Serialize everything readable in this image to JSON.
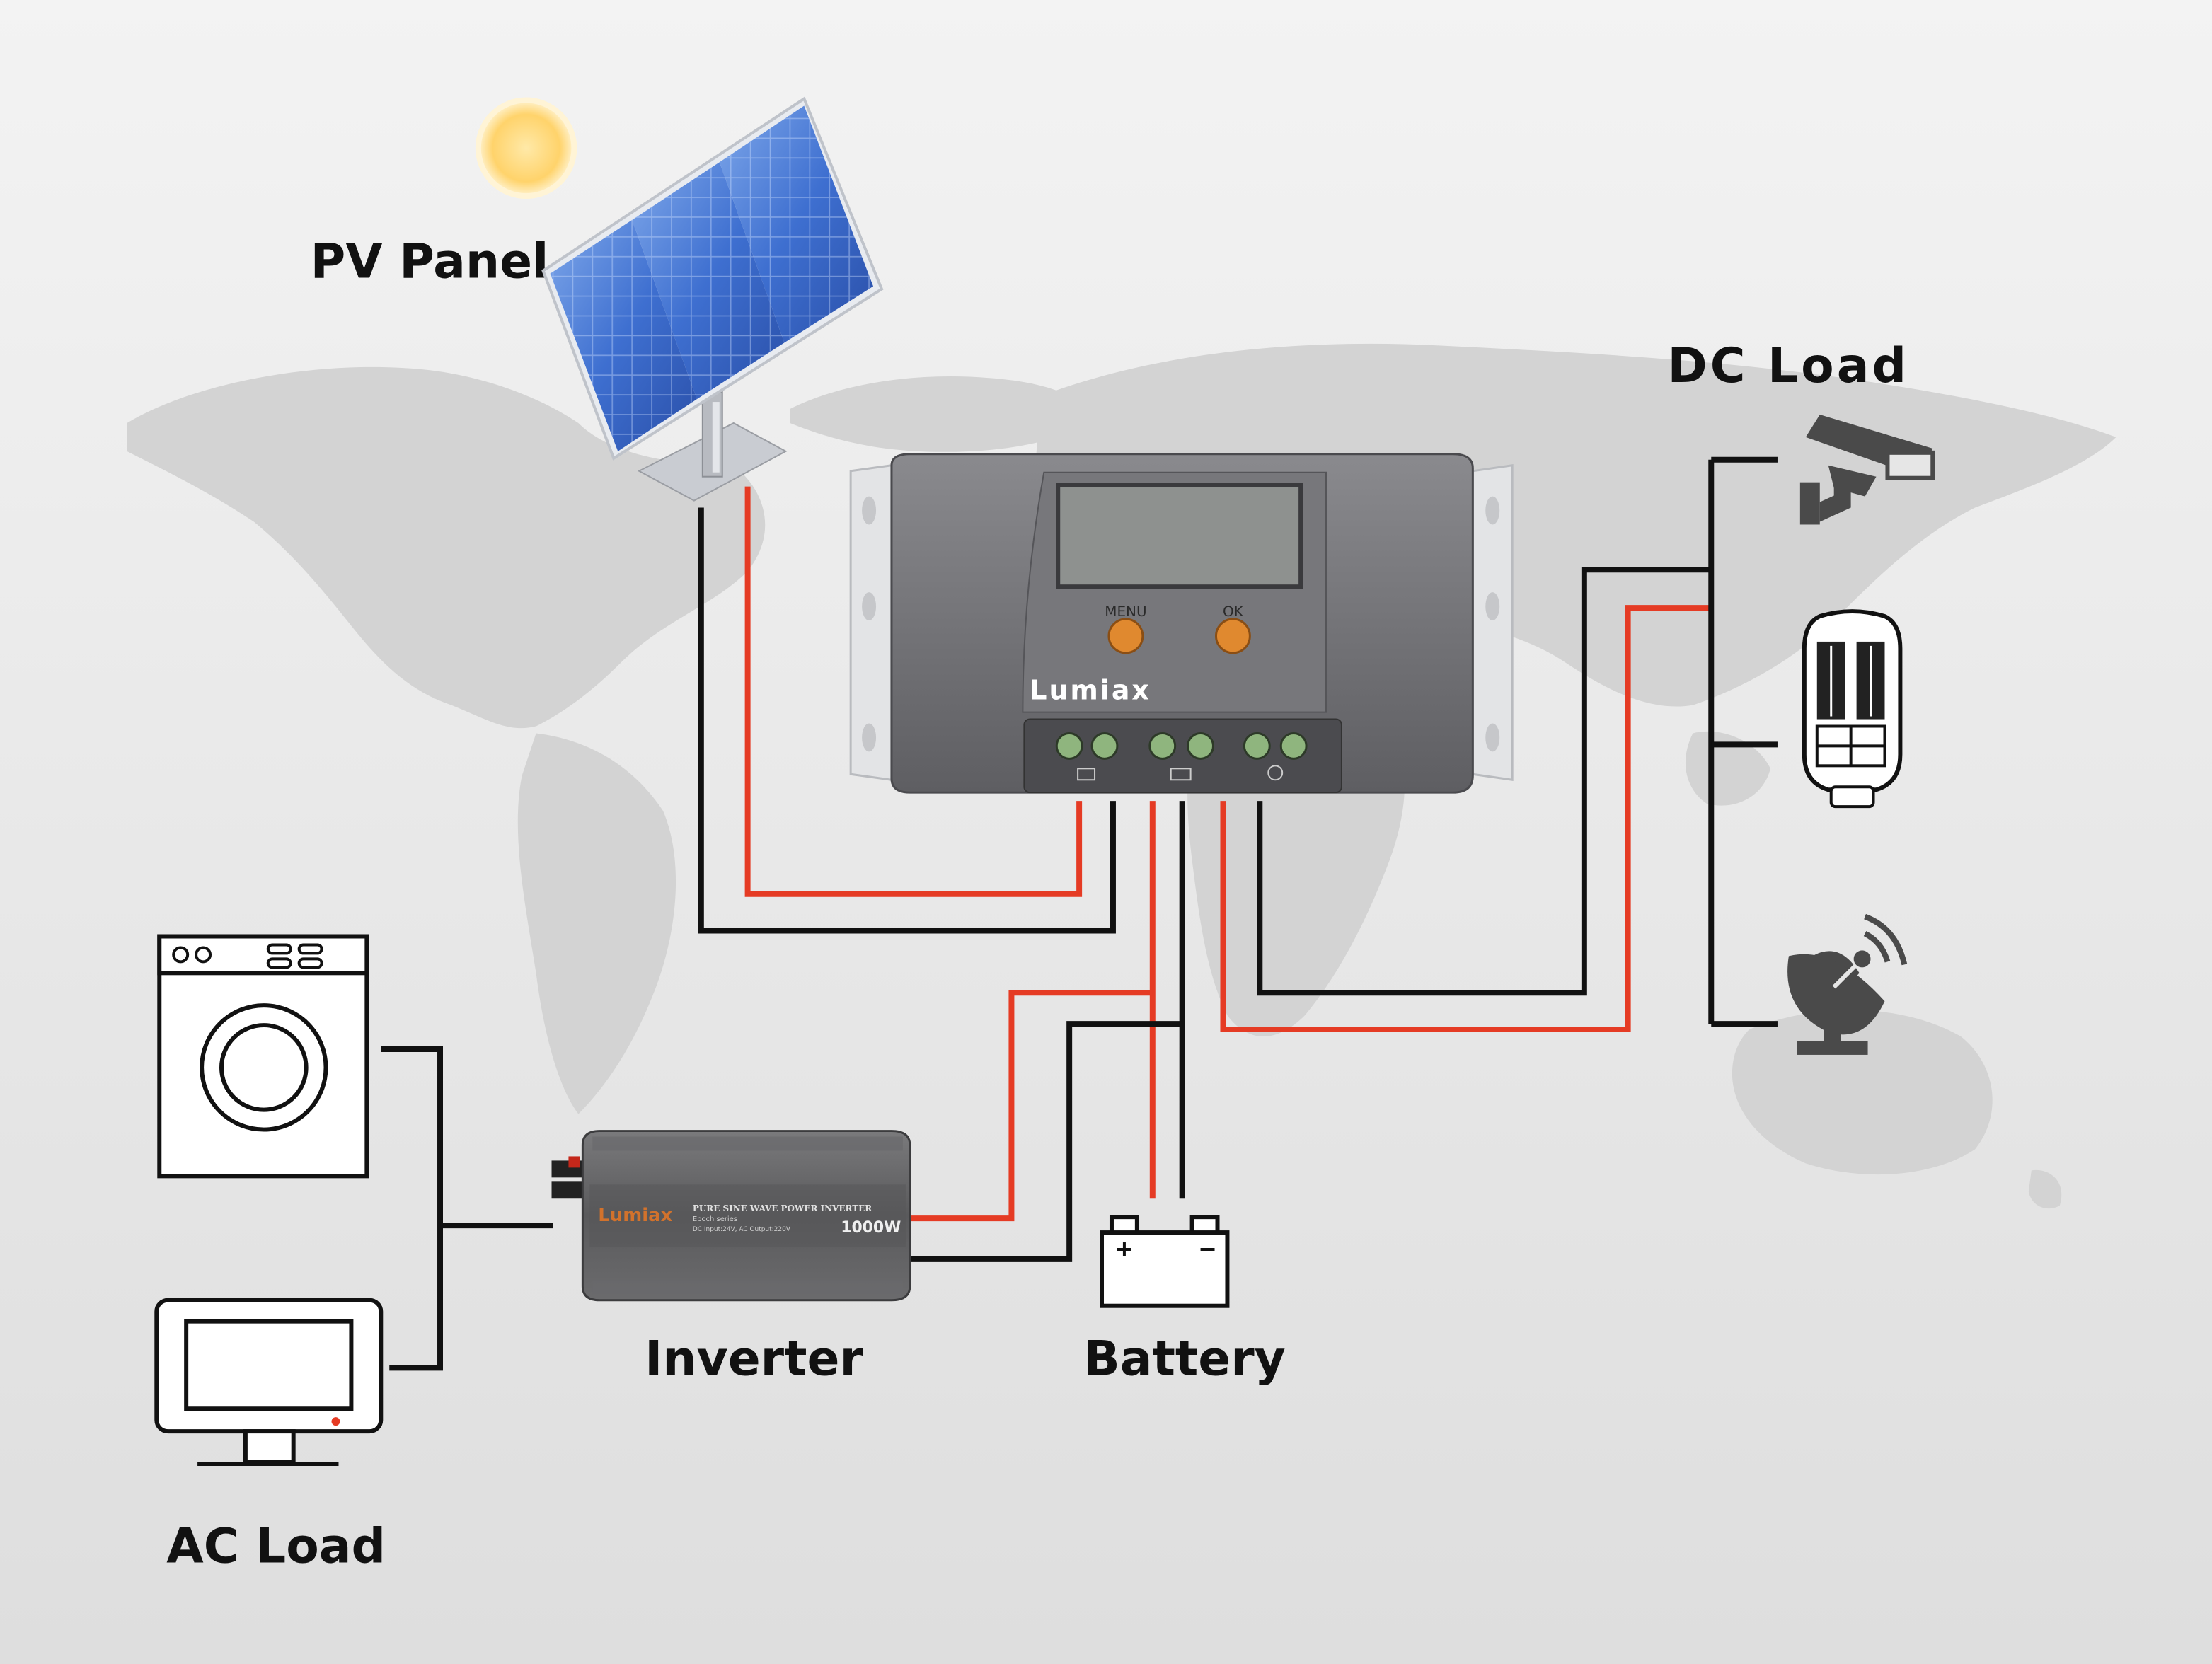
{
  "labels": {
    "pv_panel": "PV Panel",
    "dc_load": "DC Load",
    "inverter": "Inverter",
    "battery": "Battery",
    "ac_load": "AC Load"
  },
  "controller": {
    "brand": "Lumiax",
    "menu_label": "MENU",
    "ok_label": "OK"
  },
  "inverter_device": {
    "brand": "Lumiax",
    "title": "PURE SINE WAVE POWER INVERTER",
    "series": "Epoch series",
    "specs": "DC Input:24V, AC Output:220V",
    "power": "1000W"
  },
  "colors": {
    "positive_wire": "#e53b24",
    "negative_wire": "#111111",
    "background": "#e6e6e6",
    "controller_body": "#6f6f72",
    "button_orange": "#e0892f"
  },
  "icons": {
    "sun": "sun-icon",
    "solar_panel": "solar-panel-icon",
    "camera": "security-camera-icon",
    "street_light": "street-light-icon",
    "satellite": "satellite-dish-icon",
    "washer": "washing-machine-icon",
    "monitor": "monitor-icon",
    "battery": "battery-icon"
  }
}
